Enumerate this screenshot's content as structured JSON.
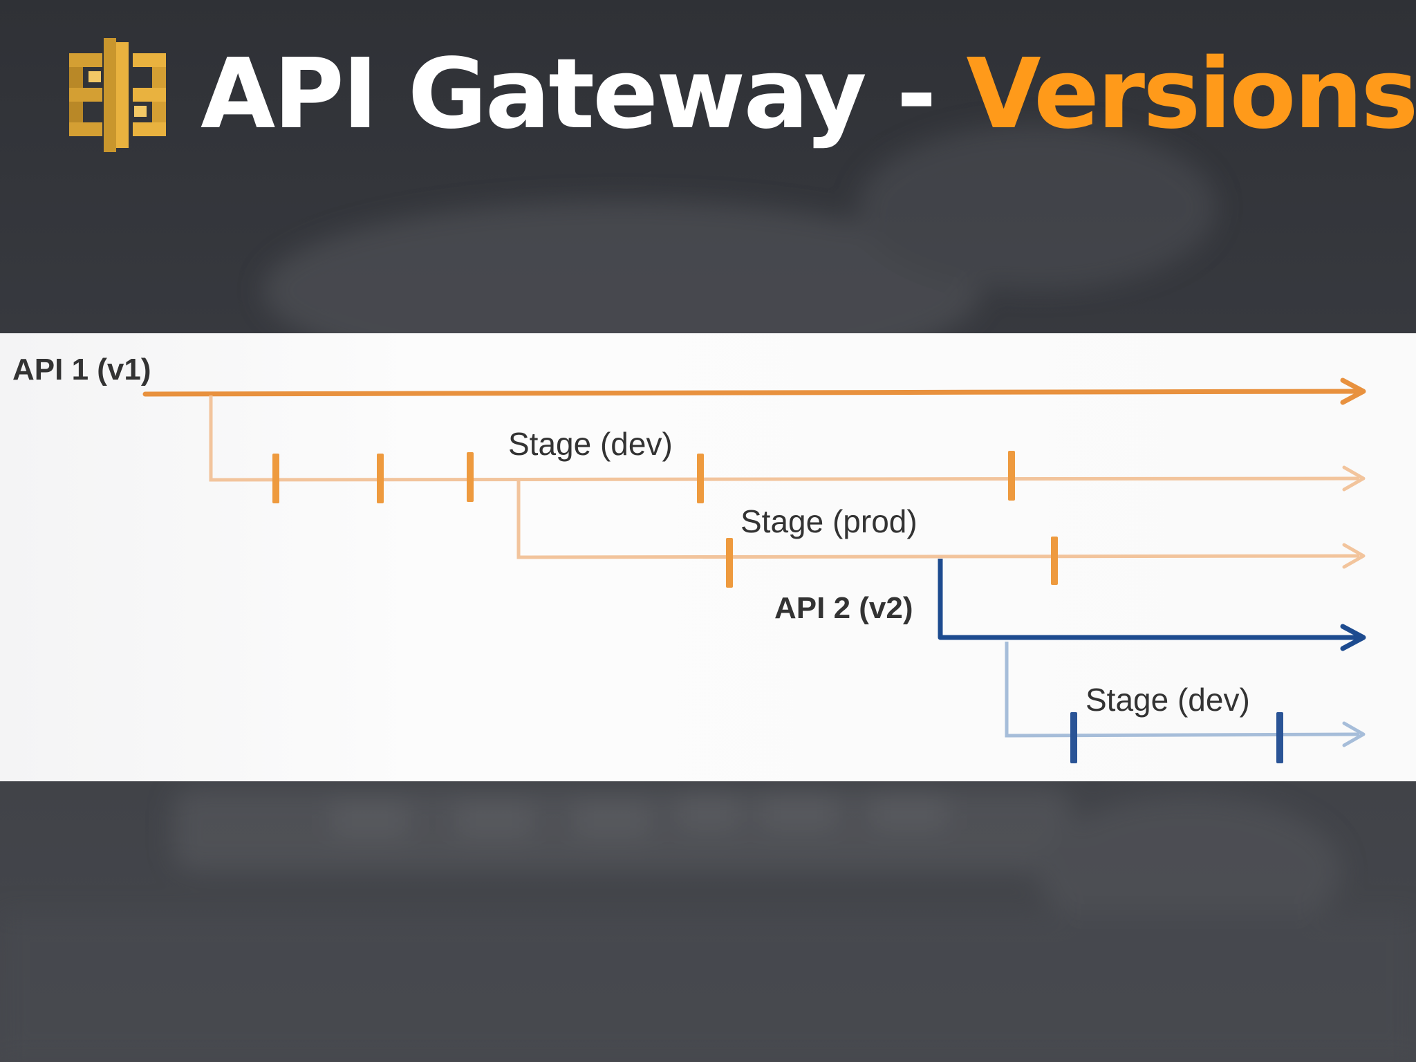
{
  "slide": {
    "title_main": "API Gateway",
    "title_separator": " - ",
    "title_accent": "Versions",
    "logo_icon": "api-gateway-logo-icon"
  },
  "colors": {
    "background": "#3a3c42",
    "title_text": "#ffffff",
    "title_accent": "#ff9a1a",
    "diagram_background": "#fafafa",
    "api_v1_line": "#e8913e",
    "stage_v1_line": "#f2c49c",
    "api_v2_line": "#1d4b8f",
    "stage_v2_line": "#a6bdd9",
    "label_text": "#333333"
  },
  "diagram": {
    "api1_label": "API 1 (v1)",
    "api1_stage_dev_label": "Stage (dev)",
    "api1_stage_prod_label": "Stage (prod)",
    "api2_label": "API 2 (v2)",
    "api2_stage_dev_label": "Stage (dev)"
  }
}
